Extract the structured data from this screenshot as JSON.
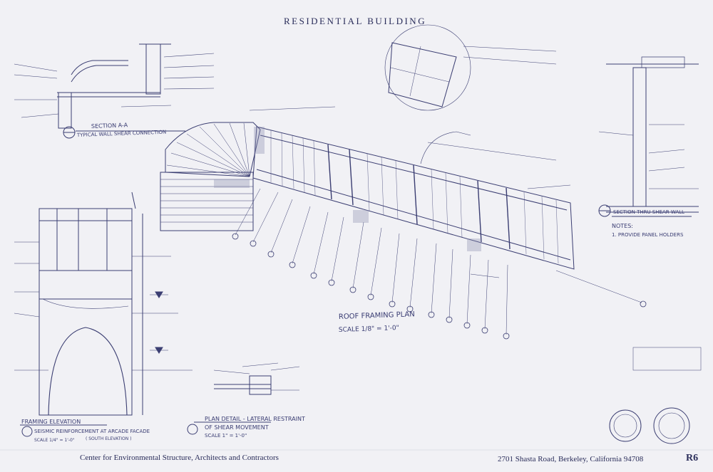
{
  "sheet": {
    "title": "RESIDENTIAL   BUILDING",
    "footer_left": "Center for Environmental Structure,  Architects and Contractors",
    "footer_right": "2701 Shasta Road,  Berkeley,  California  94708",
    "sheet_number": "R6"
  },
  "drawings": {
    "section_a": "SECTION A-A",
    "section_a_sub": "TYPICAL WALL SHEAR CONNECTION",
    "roof_plan_title": "ROOF FRAMING PLAN",
    "roof_plan_scale": "SCALE  1/8\" = 1'-0\"",
    "section_shear_wall": "SECTION THRU SHEAR WALL",
    "notes_label": "NOTES:",
    "notes_item": "1.  PROVIDE PANEL HOLDERS",
    "framing_elevation_1": "FRAMING ELEVATION",
    "framing_elevation_2": "SEISMIC REINFORCEMENT AT ARCADE FACADE",
    "framing_elevation_3": "( SOUTH ELEVATION )",
    "framing_elevation_scale": "SCALE  1/4\" = 1'-0\"",
    "plan_detail_1": "PLAN DETAIL - LATERAL RESTRAINT",
    "plan_detail_2": "OF SHEAR MOVEMENT",
    "plan_detail_scale": "SCALE  1\" = 1'-0\""
  },
  "colors": {
    "paper": "#f1f1f5",
    "ink": "#2a2d5a",
    "ink_light": "#6a6c97"
  }
}
